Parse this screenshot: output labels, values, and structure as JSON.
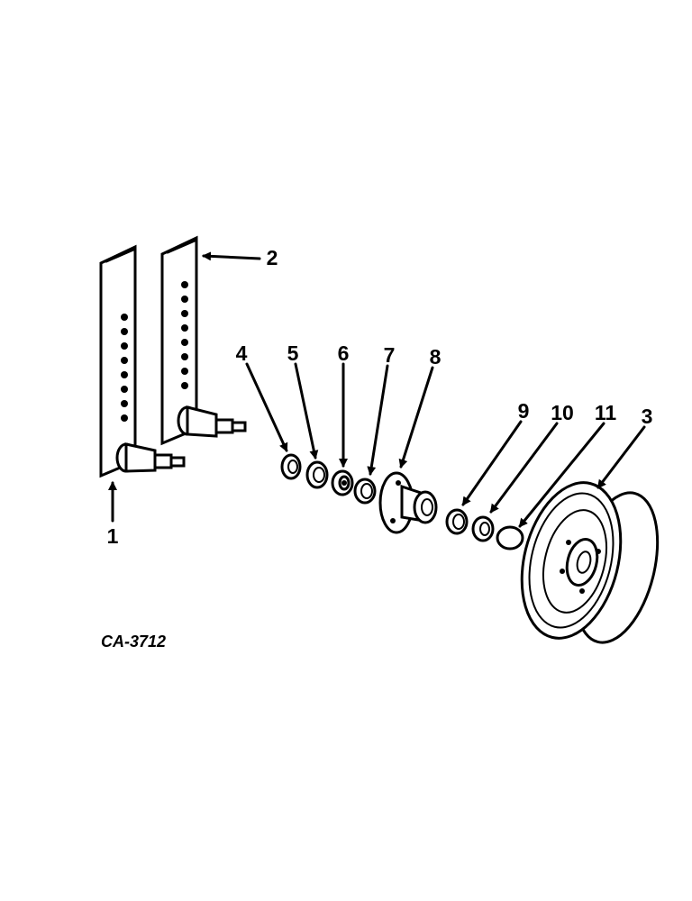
{
  "figure_code": "CA-3712",
  "callouts": {
    "p1": "1",
    "p2": "2",
    "p3": "3",
    "p4": "4",
    "p5": "5",
    "p6": "6",
    "p7": "7",
    "p8": "8",
    "p9": "9",
    "p10": "10",
    "p11": "11"
  }
}
